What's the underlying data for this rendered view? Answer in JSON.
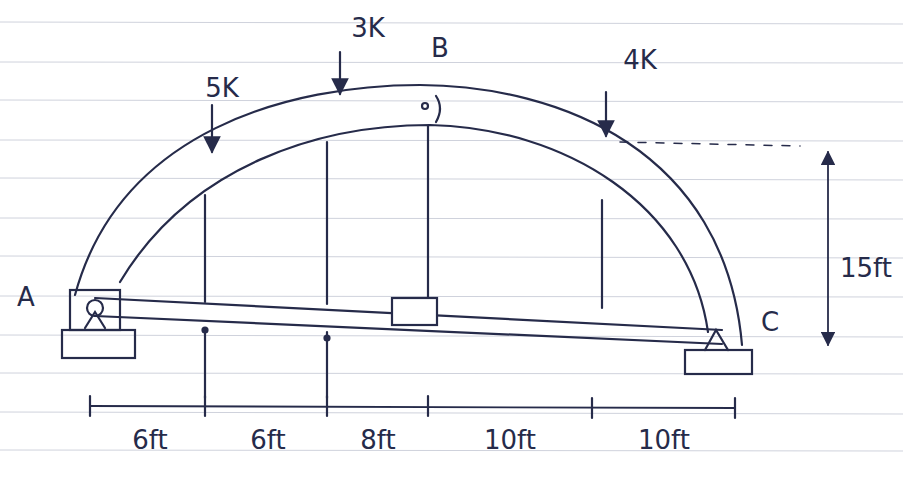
{
  "diagram": {
    "labels": [
      "3K",
      "B",
      "5K",
      "4K",
      "A",
      "C",
      "15ft",
      "6ft",
      "6ft",
      "8ft",
      "10ft",
      "10ft"
    ]
  }
}
